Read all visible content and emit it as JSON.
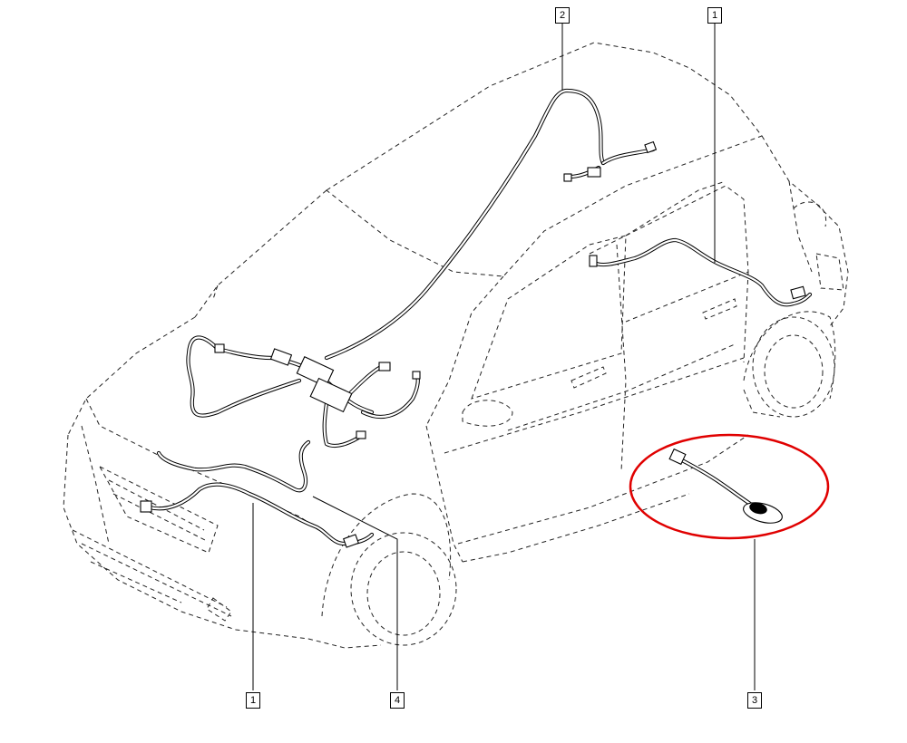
{
  "callouts": [
    {
      "id": "callout-2-top",
      "label": "2"
    },
    {
      "id": "callout-1-top",
      "label": "1"
    },
    {
      "id": "callout-1-bottom",
      "label": "1"
    },
    {
      "id": "callout-4-bottom",
      "label": "4"
    },
    {
      "id": "callout-3-bottom",
      "label": "3"
    }
  ],
  "colors": {
    "line": "#000000",
    "highlight": "#e00000",
    "background": "#ffffff"
  }
}
